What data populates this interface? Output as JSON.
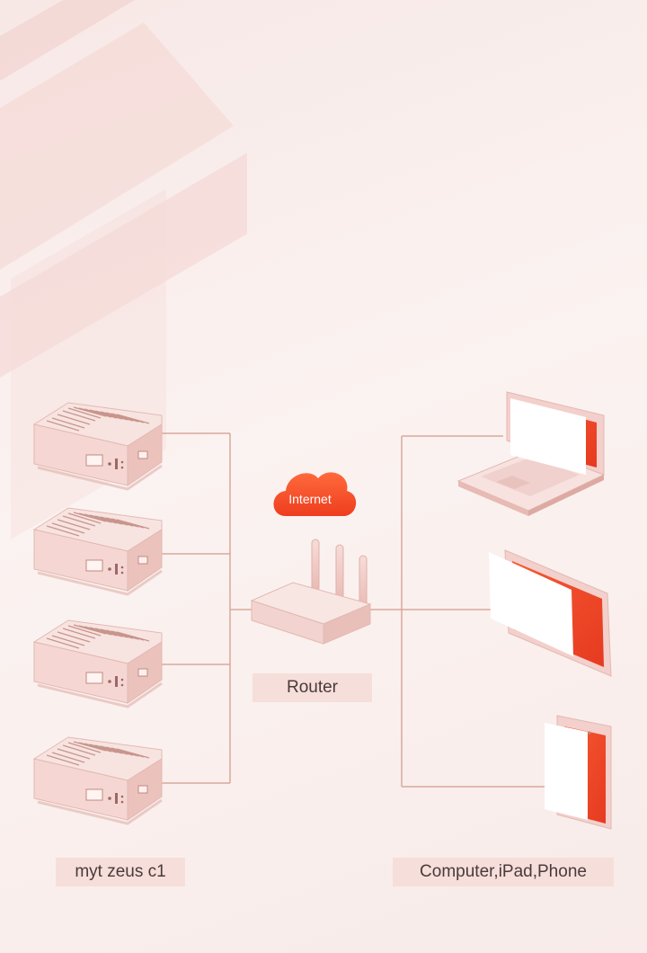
{
  "diagram": {
    "cloud_label": "Internet",
    "router_label": "Router",
    "servers_label": "myt zeus c1",
    "devices_label": "Computer,iPad,Phone",
    "colors": {
      "accent": "#f04a2a",
      "line": "#d9a89c",
      "device_body": "#f5d9d6",
      "device_shadow": "#e6b9b4",
      "label_bg": "#f6dedb",
      "watermark": "#f2cfcb"
    },
    "icons": [
      "server-icon",
      "router-icon",
      "cloud-icon",
      "laptop-icon",
      "tablet-icon",
      "phone-icon"
    ]
  }
}
